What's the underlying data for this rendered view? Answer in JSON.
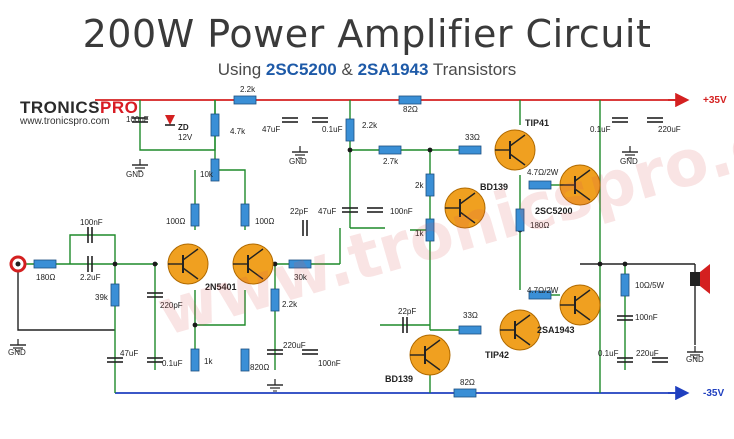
{
  "title": "200W Power Amplifier Circuit",
  "subtitle": {
    "prefix": "Using ",
    "t1": "2SC5200",
    "mid": " & ",
    "t2": "2SA1943",
    "suffix": " Transistors"
  },
  "logo": {
    "brand_a": "TRONICS",
    "brand_b": "PRO",
    "url": "www.tronicspro.com"
  },
  "watermark": "www.tronicspro.com",
  "rails": {
    "pos": "+35V",
    "neg": "-35V"
  },
  "colors": {
    "rail_pos": "#d42020",
    "rail_neg": "#1f3fbf",
    "wire": "#1e8a2a",
    "wire_dark": "#222222",
    "resistor": "#3a8fd6",
    "transistor": "#f0a020",
    "title": "#3a3a3a",
    "accent": "#1e5aa8"
  },
  "labels": {
    "c_in": "100nF",
    "zd": "ZD",
    "zd_v": "12V",
    "gnd": "GND",
    "r_top_22k": "2.2k",
    "c_top_47u": "47uF",
    "c_top_01": "0.1uF",
    "r_22k_b": "2.2k",
    "r_82_top": "82Ω",
    "r_47k": "4.7k",
    "pot_10k": "10k",
    "r_27k": "2.7k",
    "r_33_top": "33Ω",
    "tip41": "TIP41",
    "c_right_01": "0.1uF",
    "c_right_220": "220uF",
    "r_2k": "2k",
    "bd139_top": "BD139",
    "r_47_2w_top": "4.7Ω/2W",
    "r_1k": "1k",
    "sc5200": "2SC5200",
    "r_180_mid": "180Ω",
    "c_100n_a": "100nF",
    "r_180_in": "180Ω",
    "c_22u": "2.2uF",
    "r_100_a": "100Ω",
    "r_100_b": "100Ω",
    "c_22p_a": "22pF",
    "c_47u_mid": "47uF",
    "c_100n_mid": "100nF",
    "r_39k": "39k",
    "n5401": "2N5401",
    "r_30k": "30k",
    "r_22k_low": "2.2k",
    "c_220p": "220pF",
    "c_22p_b": "22pF",
    "r_33_low": "33Ω",
    "r_47_2w_low": "4.7Ω/2W",
    "r_10_5w": "10Ω/5W",
    "sa1943": "2SA1943",
    "c_100n_out": "100nF",
    "tip42": "TIP42",
    "c_47u_low": "47uF",
    "c_01_low": "0.1uF",
    "r_1k_low": "1k",
    "r_820": "820Ω",
    "c_220u_low": "220uF",
    "c_100n_low": "100nF",
    "bd139_low": "BD139",
    "r_82_low": "82Ω",
    "c_01_out": "0.1uF",
    "c_220u_out": "220uF"
  }
}
